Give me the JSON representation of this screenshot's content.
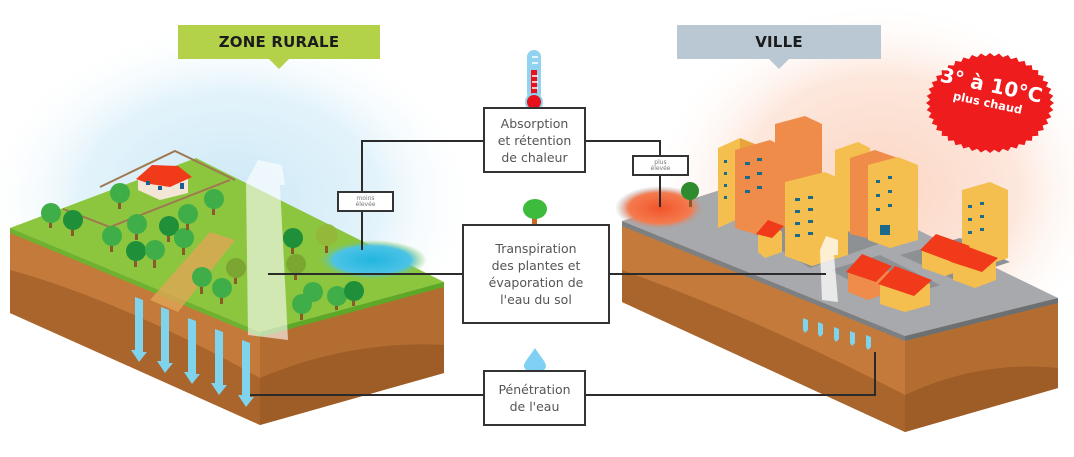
{
  "title": "Îlot de chaleur urbain : zone rurale vs ville",
  "zones": {
    "rural": {
      "label": "ZONE RURALE",
      "color": "#b3d24a"
    },
    "city": {
      "label": "VILLE",
      "color": "#b9c8d3"
    }
  },
  "temperature_badge": {
    "main": "3° à 10°C",
    "sub": "plus chaud",
    "color": "#ee1c1c"
  },
  "processes": [
    {
      "id": "absorption",
      "label": "Absorption\net rétention\nde chaleur",
      "icon": "thermometer-icon"
    },
    {
      "id": "transpiration",
      "label": "Transpiration\ndes plantes et\névaporation de\nl'eau du sol",
      "icon": "tree-icon"
    },
    {
      "id": "penetration",
      "label": "Pénétration\nde l'eau",
      "icon": "water-drop-icon"
    }
  ],
  "tags": {
    "rural_heat": "moins\nélevée",
    "city_heat": "plus\nélevée"
  },
  "colors": {
    "grass": "#8cc63f",
    "soil": "#c47a3a",
    "water": "#7fd3ec",
    "roof": "#f04a1a",
    "building_yellow": "#f5bf4f",
    "building_orange": "#f08c4a",
    "road": "#a7a9ac"
  }
}
